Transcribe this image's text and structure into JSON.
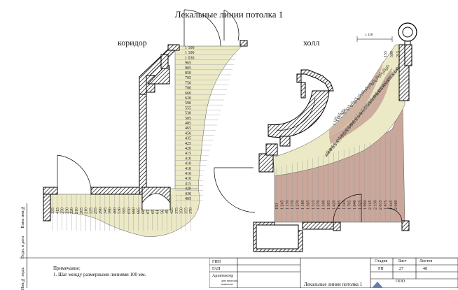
{
  "title": "Лекальные линии потолка 1",
  "rooms": {
    "left": "коридор",
    "right": "холл"
  },
  "dim_label": "≤ 150",
  "left_columns": [
    "1 100",
    "1 100",
    "1 030",
    "965",
    "905",
    "850",
    "795",
    "750",
    "700",
    "660",
    "620",
    "590",
    "555",
    "530",
    "505",
    "485",
    "465",
    "450",
    "435",
    "425",
    "420",
    "415",
    "410",
    "410",
    "410",
    "410",
    "410",
    "415",
    "420",
    "430",
    "405"
  ],
  "left_bottom_columns": [
    "335",
    "415",
    "250",
    "230",
    "220",
    "210",
    "205",
    "210",
    "225",
    "255",
    "290",
    "345",
    "390",
    "460",
    "530",
    "595",
    "650",
    "680",
    "685",
    "680",
    "670",
    "655",
    "615",
    "560",
    "490",
    "425",
    "375",
    "350",
    "355",
    "370"
  ],
  "hall_upper_labels": [
    "485",
    "490",
    "495",
    "505",
    "510",
    "515",
    "520",
    "525",
    "530",
    "535",
    "540",
    "545",
    "550",
    "555",
    "560",
    "565",
    "570",
    "575",
    "580",
    "585",
    "590",
    "595",
    "600",
    "605",
    "610",
    "615",
    "620",
    "625",
    "630",
    "635",
    "640",
    "645"
  ],
  "hall_arc_labels": [
    "1 105",
    "1 065",
    "1 025",
    "985",
    "945",
    "905",
    "865",
    "825",
    "785",
    "745",
    "705",
    "665",
    "625",
    "585",
    "545",
    "505"
  ],
  "hall_lower_columns": [
    "150",
    "1 245",
    "1 170",
    "1 370",
    "1 270",
    "1 180",
    "1 365",
    "1 315",
    "1 270",
    "1 340",
    "1 305",
    "1 420",
    "1 495",
    "1 345",
    "1 705",
    "1 640",
    "1 525",
    "1 990",
    "2 145",
    "2 130",
    "2 015",
    "1 975",
    "2 445",
    "2 460"
  ],
  "right_top": [
    "155",
    "500",
    "215"
  ],
  "side_strip": [
    "Инв.№ подл.",
    "Подп. и дата",
    "Взам. инв.№"
  ],
  "note": {
    "heading": "Примечание:",
    "text": "1. Шаг между размерными линиями 100 мм."
  },
  "stamp": {
    "rows": [
      "ГИП",
      "ГАП",
      "Архитектор"
    ],
    "small": [
      "дата визуализ.",
      "компонов."
    ],
    "sheet_name": "Лекальные линии потолка 1",
    "h_stage": "Стадия",
    "h_sheet": "Лист",
    "h_sheets": "Листов",
    "stage": "РП",
    "sheet": "27",
    "sheets": "48",
    "org": "ООО"
  },
  "colors": {
    "cream": "#ece9c6",
    "rose": "#c9a79a",
    "hatch": "#000000"
  }
}
